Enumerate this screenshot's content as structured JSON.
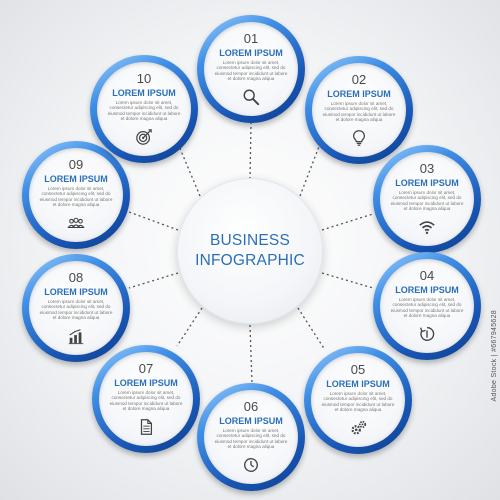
{
  "center": {
    "line1": "BUSINESS",
    "line2": "INFOGRAPHIC"
  },
  "colors": {
    "accent": "#2a6fb8",
    "ring": "#1856b5"
  },
  "steps": [
    {
      "number": "01",
      "title": "LOREM IPSUM",
      "text": "Lorem ipsum dolor sit amet, consectetur adipiscing elit, sed do eiusmod tempor incididunt ut labore et dolore magna aliqua",
      "icon": "magnifier-icon"
    },
    {
      "number": "02",
      "title": "LOREM IPSUM",
      "text": "Lorem ipsum dolor sit amet, consectetur adipiscing elit, sed do eiusmod tempor incididunt ut labore et dolore magna aliqua",
      "icon": "lightbulb-icon"
    },
    {
      "number": "03",
      "title": "LOREM IPSUM",
      "text": "Lorem ipsum dolor sit amet, consectetur adipiscing elit, sed do eiusmod tempor incididunt ut labore et dolore magna aliqua",
      "icon": "wifi-icon"
    },
    {
      "number": "04",
      "title": "LOREM IPSUM",
      "text": "Lorem ipsum dolor sit amet, consectetur adipiscing elit, sed do eiusmod tempor incididunt ut labore et dolore magna aliqua",
      "icon": "recycle-icon"
    },
    {
      "number": "05",
      "title": "LOREM IPSUM",
      "text": "Lorem ipsum dolor sit amet, consectetur adipiscing elit, sed do eiusmod tempor incididunt ut labore et dolore magna aliqua",
      "icon": "gears-icon"
    },
    {
      "number": "06",
      "title": "LOREM IPSUM",
      "text": "Lorem ipsum dolor sit amet, consectetur adipiscing elit, sed do eiusmod tempor incididunt ut labore et dolore magna aliqua",
      "icon": "clock-icon"
    },
    {
      "number": "07",
      "title": "LOREM IPSUM",
      "text": "Lorem ipsum dolor sit amet, consectetur adipiscing elit, sed do eiusmod tempor incididunt ut labore et dolore magna aliqua",
      "icon": "document-icon"
    },
    {
      "number": "08",
      "title": "LOREM IPSUM",
      "text": "Lorem ipsum dolor sit amet, consectetur adipiscing elit, sed do eiusmod tempor incididunt ut labore et dolore magna aliqua",
      "icon": "bar-chart-icon"
    },
    {
      "number": "09",
      "title": "LOREM IPSUM",
      "text": "Lorem ipsum dolor sit amet, consectetur adipiscing elit, sed do eiusmod tempor incididunt ut labore et dolore magna aliqua",
      "icon": "team-icon"
    },
    {
      "number": "10",
      "title": "LOREM IPSUM",
      "text": "Lorem ipsum dolor sit amet, consectetur adipiscing elit, sed do eiusmod tempor incididunt ut labore et dolore magna aliqua",
      "icon": "target-icon"
    }
  ],
  "watermark": "Adobe Stock | #667945628"
}
